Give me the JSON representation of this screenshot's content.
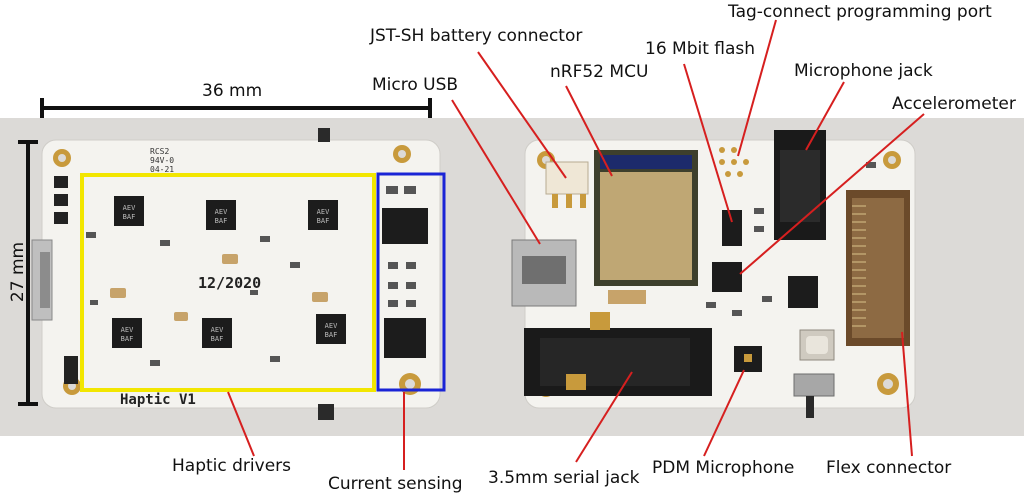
{
  "colors": {
    "background": "#ffffff",
    "photo_backdrop": "#dcdad7",
    "pcb": "#f4f3ef",
    "gold": "#c89a3c",
    "chip": "#1c1c1c",
    "leader": "#d61f1f",
    "dimension": "#111111",
    "haptic_box": "#f2e600",
    "sensing_box": "#1a24d6"
  },
  "dimensions": {
    "width": "36 mm",
    "height": "27 mm"
  },
  "board_left": {
    "silkscreen_date": "12/2020",
    "silkscreen_name": "Haptic V1",
    "silkscreen_rev": [
      "RCS2",
      "94V-0",
      "04-21"
    ],
    "chip_marking": [
      "AEV",
      "BAF"
    ]
  },
  "callouts": {
    "haptic_drivers": "Haptic drivers",
    "current_sensing": "Current sensing",
    "micro_usb": "Micro USB",
    "jst_battery": "JST-SH battery connector",
    "nrf52": "nRF52 MCU",
    "flash": "16 Mbit flash",
    "tag_connect": "Tag-connect programming port",
    "mic_jack": "Microphone jack",
    "accelerometer": "Accelerometer",
    "serial_jack": "3.5mm serial jack",
    "pdm_mic": "PDM Microphone",
    "flex_connector": "Flex connector"
  }
}
